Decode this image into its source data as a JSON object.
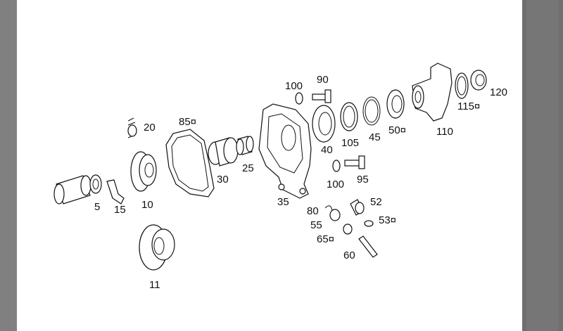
{
  "labels": {
    "p5": "5",
    "p10": "10",
    "p11": "11",
    "p15": "15",
    "p20": "20",
    "p25": "25",
    "p30": "30",
    "p35": "35",
    "p40": "40",
    "p45": "45",
    "p50": "50¤",
    "p52": "52",
    "p53": "53¤",
    "p55": "55",
    "p60": "60",
    "p65": "65¤",
    "p80": "80",
    "p85": "85¤",
    "p90": "90",
    "p95": "95",
    "p100a": "100",
    "p100b": "100",
    "p105": "105",
    "p110": "110",
    "p115": "115¤",
    "p120": "120"
  },
  "colors": {
    "background": "#808080",
    "sheet": "#ffffff",
    "ink": "#111111"
  }
}
